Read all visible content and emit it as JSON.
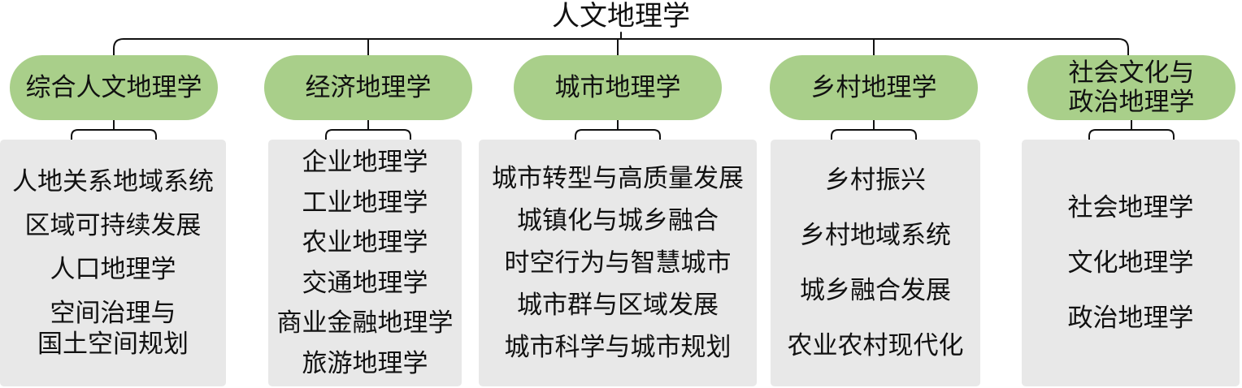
{
  "diagram": {
    "root": "人文地理学",
    "branches": [
      {
        "label": "综合人文地理学",
        "items": [
          "人地关系地域系统",
          "区域可持续发展",
          "人口地理学",
          "空间治理与\n国土空间规划"
        ]
      },
      {
        "label": "经济地理学",
        "items": [
          "企业地理学",
          "工业地理学",
          "农业地理学",
          "交通地理学",
          "商业金融地理学",
          "旅游地理学"
        ]
      },
      {
        "label": "城市地理学",
        "items": [
          "城市转型与高质量发展",
          "城镇化与城乡融合",
          "时空行为与智慧城市",
          "城市群与区域发展",
          "城市科学与城市规划"
        ]
      },
      {
        "label": "乡村地理学",
        "items": [
          "乡村振兴",
          "乡村地域系统",
          "城乡融合发展",
          "农业农村现代化"
        ]
      },
      {
        "label": "社会文化与\n政治地理学",
        "items": [
          "社会地理学",
          "文化地理学",
          "政治地理学"
        ]
      }
    ]
  },
  "colors": {
    "branch_fill": "#a9cf8a",
    "panel_fill": "#e8e8e8",
    "line": "#111111"
  }
}
